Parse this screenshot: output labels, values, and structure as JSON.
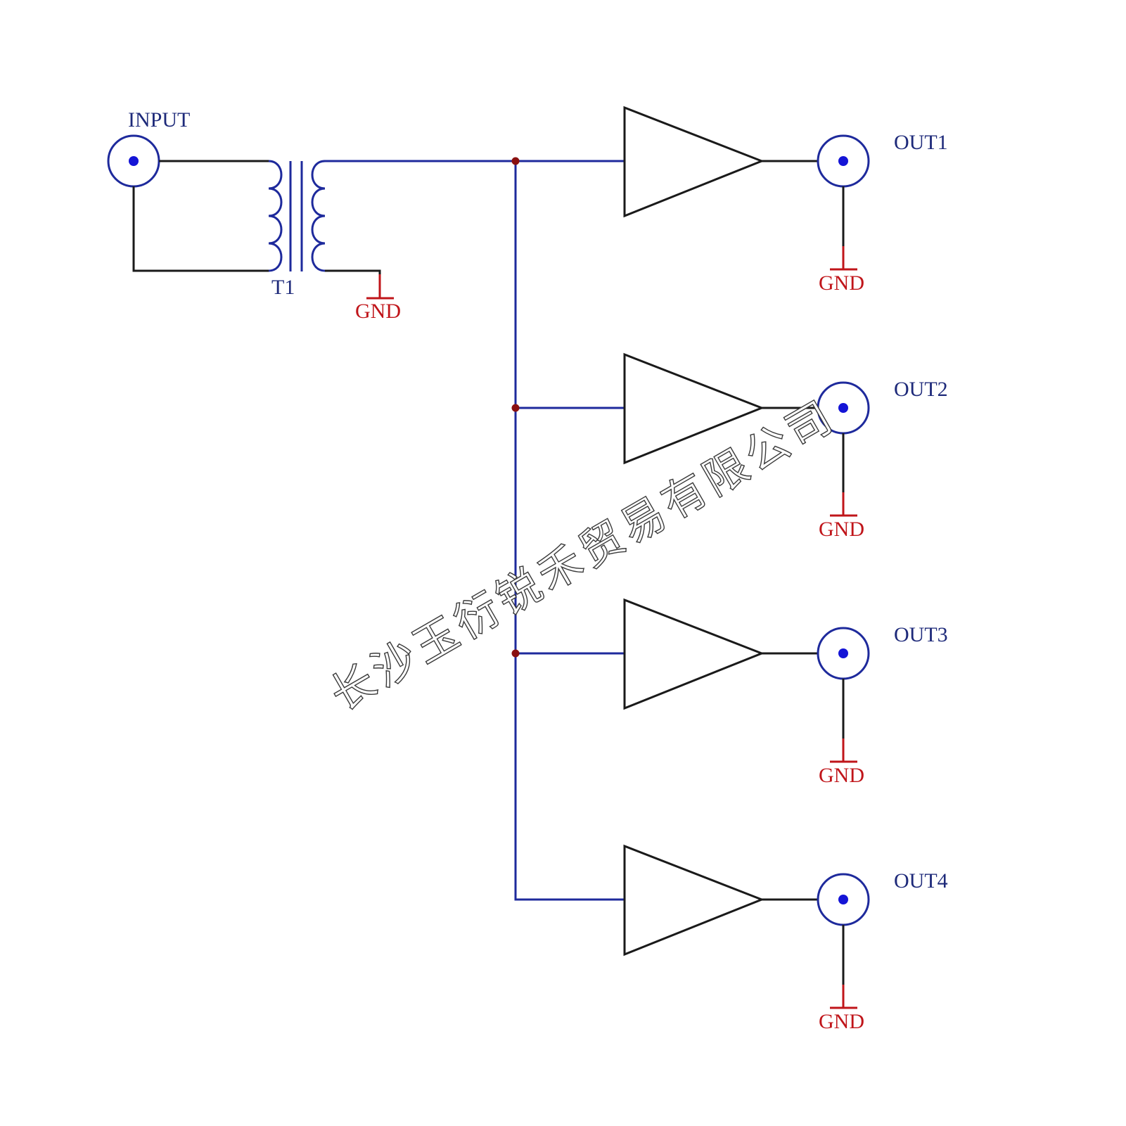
{
  "labels": {
    "input": "INPUT",
    "transformer": "T1",
    "gnd": "GND",
    "outputs": [
      "OUT1",
      "OUT2",
      "OUT3",
      "OUT4"
    ]
  },
  "watermark": "长沙玉衍锐禾贸易有限公司",
  "colors": {
    "wire": "#1e2a9c",
    "ground": "#c0151a",
    "junction": "#8a1010",
    "connector_pin": "#1414d6"
  }
}
